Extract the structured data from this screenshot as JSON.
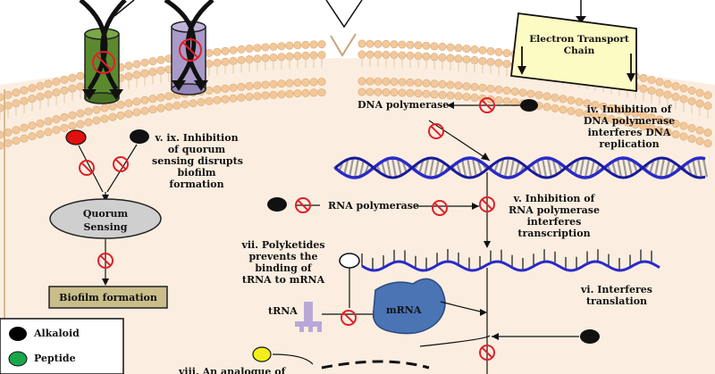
{
  "labels": {
    "etc": [
      "Electron Transport",
      "Chain"
    ],
    "dna_polymerase": "DNA polymerase",
    "mech_iv": [
      "iv. Inhibition of",
      "DNA polymerase",
      "interferes DNA",
      "replication"
    ],
    "mech_ix": [
      "v. ix. Inhibition",
      "of quorum",
      "sensing disrupts",
      "biofilm",
      "formation"
    ],
    "quorum": [
      "Quorum",
      "Sensing"
    ],
    "biofilm": "Biofilm formation",
    "rna_polymerase": "RNA polymerase",
    "mech_v": [
      "v. Inhibition of",
      "RNA polymerase",
      "interferes",
      "transcription"
    ],
    "mech_vii": [
      "vii. Polyketides",
      "prevents the",
      "binding of",
      "tRNA to mRNA"
    ],
    "trna": "tRNA",
    "mrna": "mRNA",
    "mech_vi": [
      "vi. Interferes",
      "translation"
    ],
    "mech_viii_partial": "viii. An analogue of"
  },
  "legend": [
    {
      "label": "Alkaloid",
      "color": "#000000"
    },
    {
      "label": "Peptide",
      "color": "#1aa64a"
    }
  ],
  "colors": {
    "cytoplasm": "#fbeee0",
    "membrane_bead": "#f2c89a",
    "channel_green": "#5b8a2e",
    "channel_purple": "#a99bc9",
    "etc_box": "#fdfbc4",
    "quorum_ellipse": "#cfcfcf",
    "biofilm_box": "#c9bd8a",
    "dna_strand": "#2a2ac8",
    "mrna_blob": "#4a74b4",
    "trna": "#b8a8d8",
    "inhibit_red": "#e0202a",
    "red_dot": "#e01010",
    "yellow_dot": "#f2ef1c"
  }
}
